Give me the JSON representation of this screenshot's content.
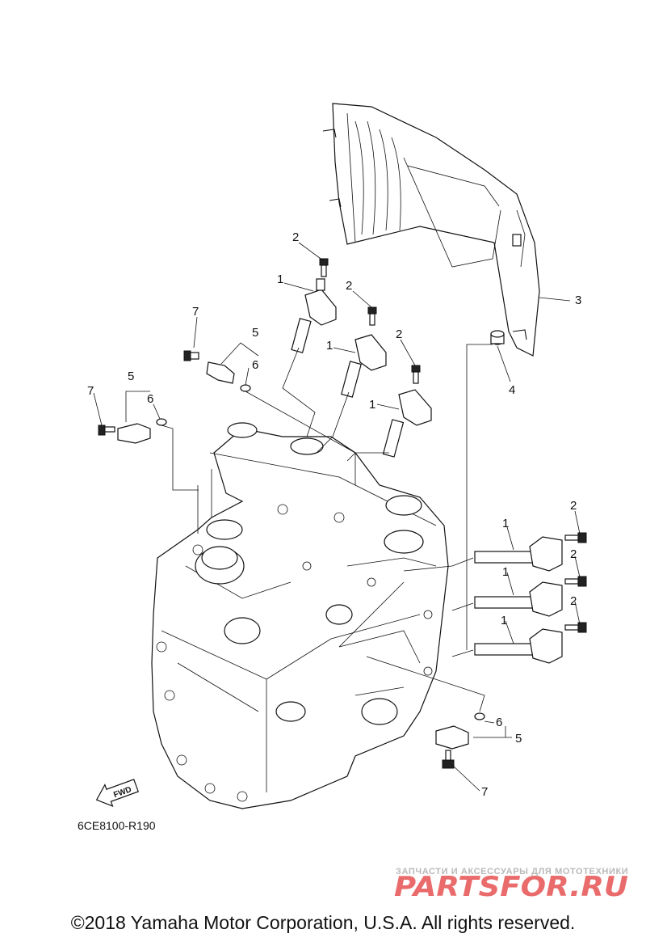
{
  "callouts": {
    "c1a": "1",
    "c1b": "1",
    "c1c": "1",
    "c1d": "1",
    "c1e": "1",
    "c1f": "1",
    "c2a": "2",
    "c2b": "2",
    "c2c": "2",
    "c2d": "2",
    "c2e": "2",
    "c2f": "2",
    "c3": "3",
    "c4": "4",
    "c5a": "5",
    "c5b": "5",
    "c5c": "5",
    "c6a": "6",
    "c6b": "6",
    "c6c": "6",
    "c7a": "7",
    "c7b": "7",
    "c7c": "7"
  },
  "fwd_label": "FWD",
  "drawing_id": "6CE8100-R190",
  "watermark": {
    "caption": "ЗАПЧАСТИ И АКСЕССУАРЫ ДЛЯ МОТОТЕХНИКИ",
    "logo": "PARTSFOR.RU"
  },
  "copyright": "©2018 Yamaha Motor Corporation, U.S.A. All rights reserved.",
  "colors": {
    "line": "#111111",
    "background": "#ffffff",
    "watermark_logo": "#e43a3a",
    "watermark_text": "#b9b9b9"
  }
}
